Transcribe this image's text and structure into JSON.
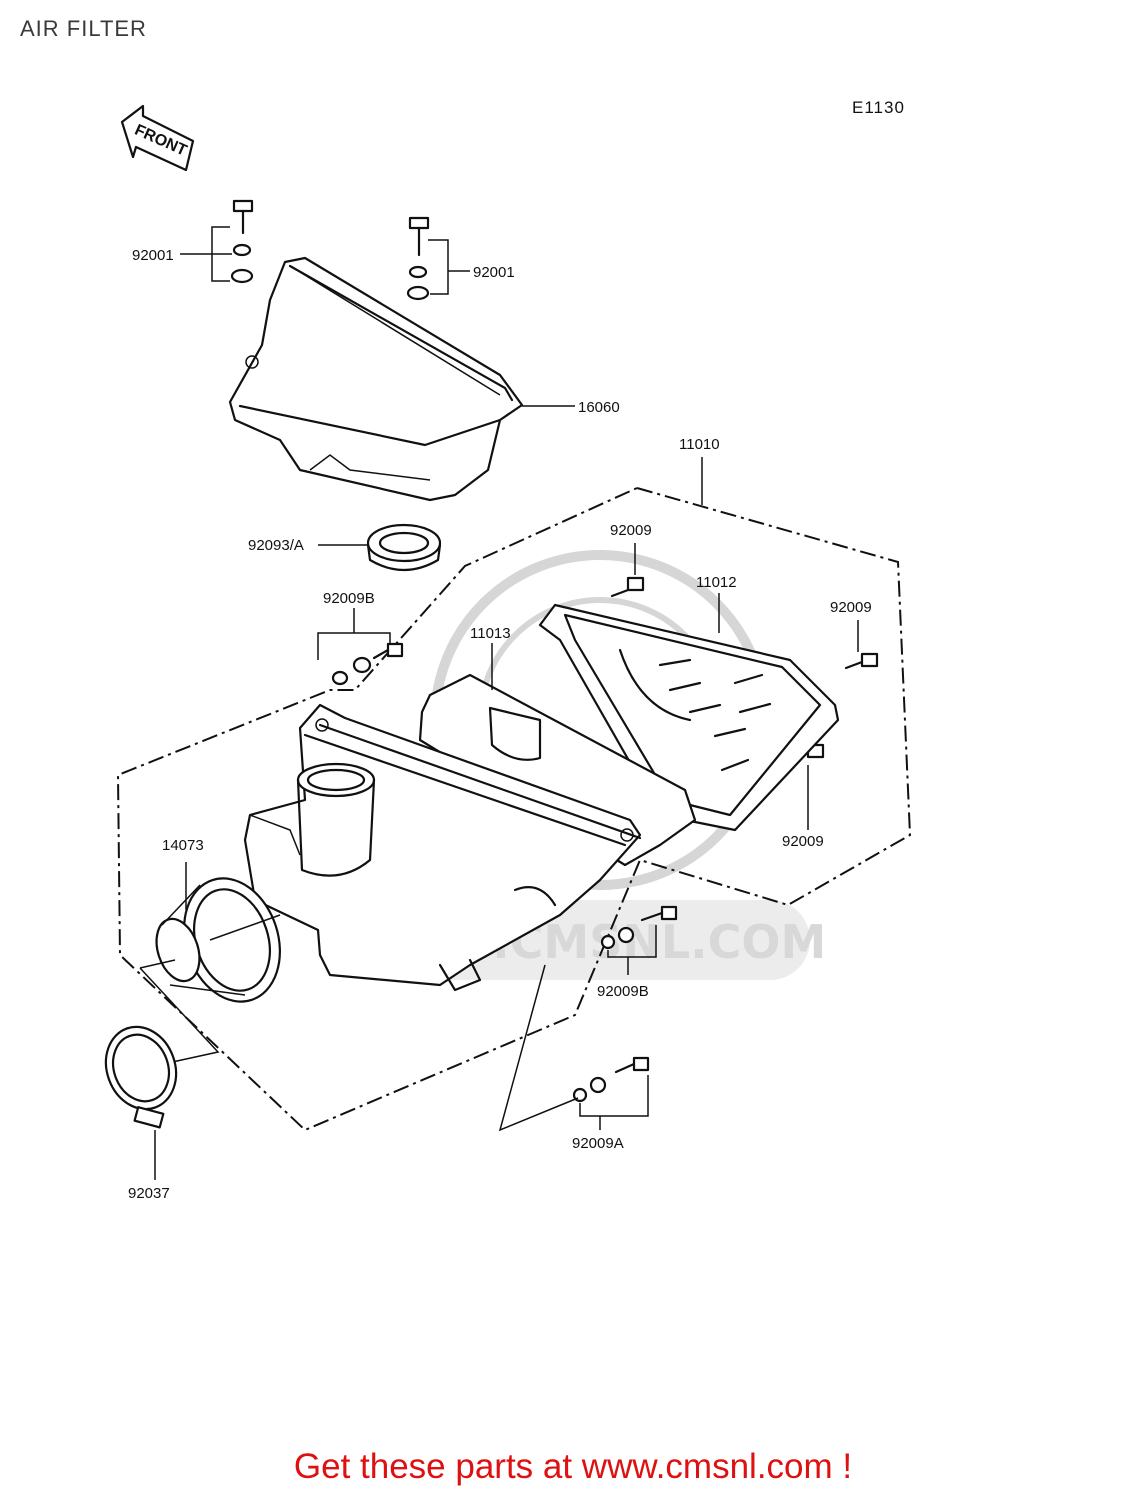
{
  "page": {
    "title": "AIR FILTER",
    "diagram_code": "E1130",
    "footer": "Get these parts at www.cmsnl.com !"
  },
  "front_arrow": {
    "label": "FRONT"
  },
  "watermark": {
    "text": "WWW.CMSNL.COM"
  },
  "callouts": {
    "c92001_left": "92001",
    "c92001_right": "92001",
    "c16060": "16060",
    "c11010": "11010",
    "c92009_top": "92009",
    "c92093A": "92093/A",
    "c11012": "11012",
    "c92009B_top": "92009B",
    "c11013": "11013",
    "c92009_right": "92009",
    "c92009_lower": "92009",
    "c14073": "14073",
    "c92009B_bottom": "92009B",
    "c92009A": "92009A",
    "c92037": "92037"
  }
}
